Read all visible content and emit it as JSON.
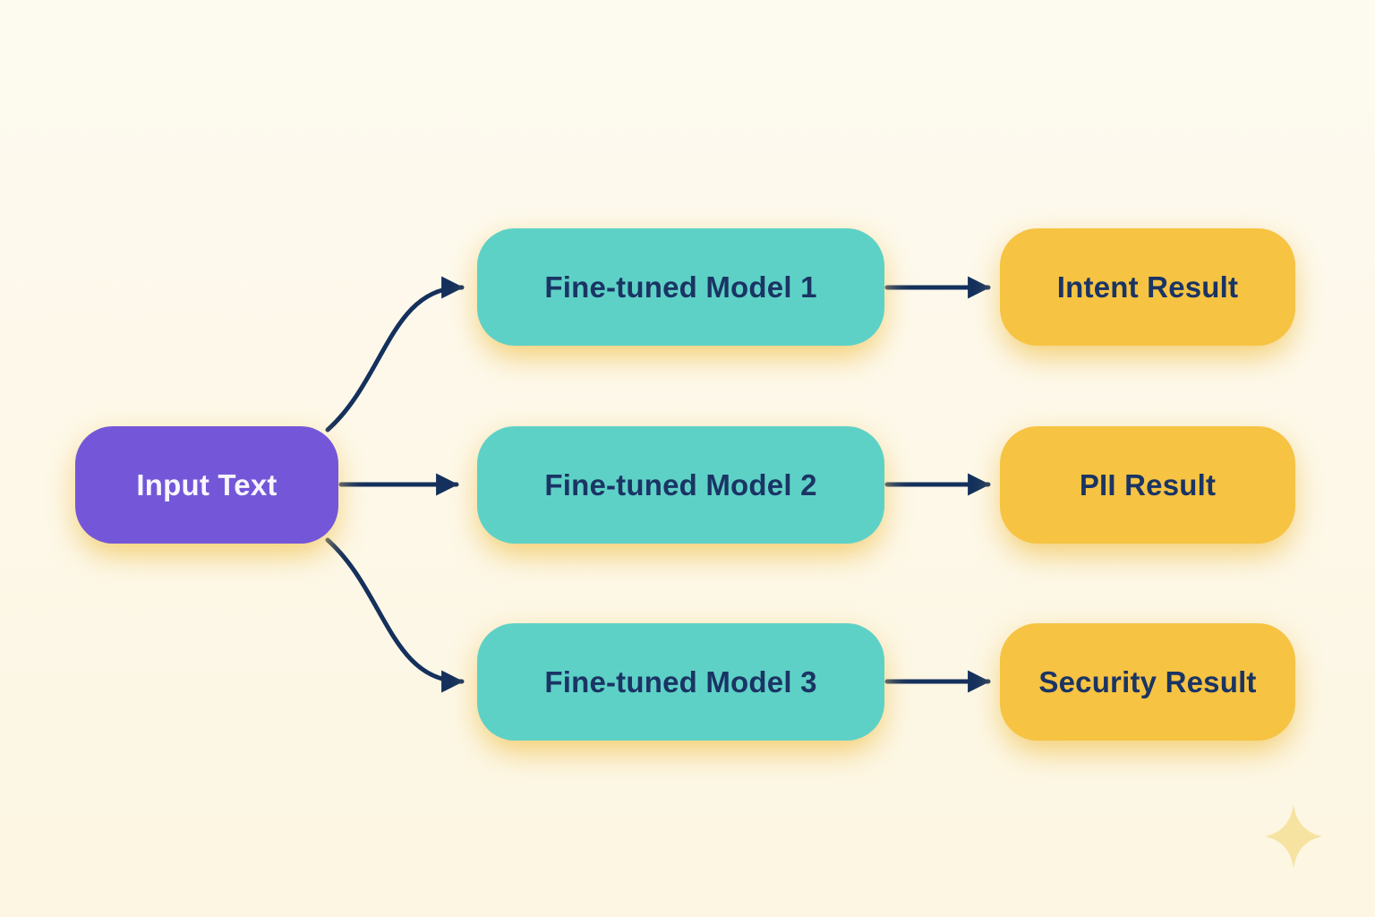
{
  "diagram": {
    "type": "flowchart",
    "nodes": {
      "input": {
        "label": "Input Text",
        "fill": "#7457d8",
        "text_color": "#f8f6ff"
      },
      "models": [
        {
          "label": "Fine-tuned Model 1"
        },
        {
          "label": "Fine-tuned Model 2"
        },
        {
          "label": "Fine-tuned Model 3"
        }
      ],
      "results": [
        {
          "label": "Intent Result"
        },
        {
          "label": "PII Result"
        },
        {
          "label": "Security Result"
        }
      ]
    },
    "edges": [
      {
        "from": "Input Text",
        "to": "Fine-tuned Model 1"
      },
      {
        "from": "Input Text",
        "to": "Fine-tuned Model 2"
      },
      {
        "from": "Input Text",
        "to": "Fine-tuned Model 3"
      },
      {
        "from": "Fine-tuned Model 1",
        "to": "Intent Result"
      },
      {
        "from": "Fine-tuned Model 2",
        "to": "PII Result"
      },
      {
        "from": "Fine-tuned Model 3",
        "to": "Security Result"
      }
    ],
    "colors": {
      "background": "#fdf8e9",
      "input_fill": "#7457d8",
      "model_fill": "#5ed1c6",
      "result_fill": "#f6c342",
      "node_text": "#1a3464",
      "arrow": "#14305c",
      "glow_shadow": "#f2c65a",
      "sparkle": "#f7e3a1"
    },
    "decorations": {
      "sparkle_icon": "four-pointed-sparkle"
    }
  }
}
